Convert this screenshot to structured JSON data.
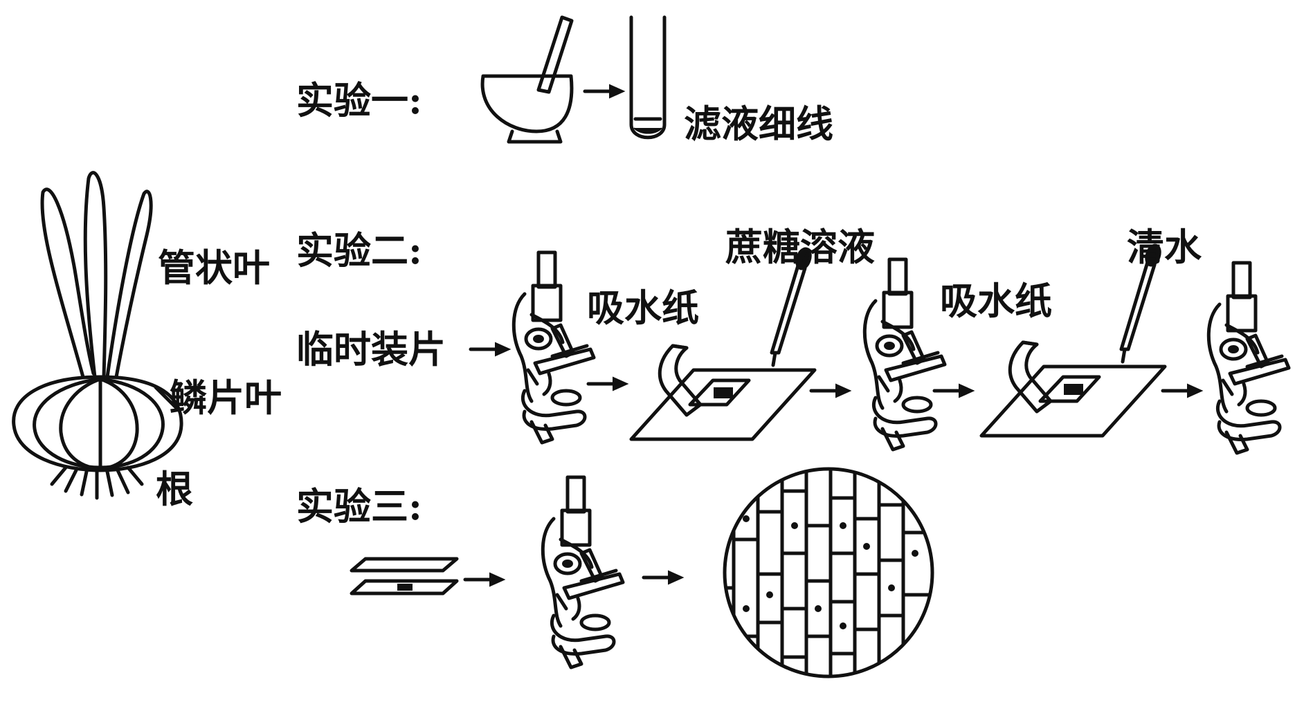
{
  "onion": {
    "tubular_leaf_label": "管状叶",
    "scale_leaf_label": "鳞片叶",
    "root_label": "根"
  },
  "experiment1": {
    "title": "实验一:",
    "filtrate_label": "滤液细线"
  },
  "experiment2": {
    "title": "实验二:",
    "mount_label": "临时装片",
    "blotting_paper_label_1": "吸水纸",
    "sucrose_label": "蔗糖溶液",
    "blotting_paper_label_2": "吸水纸",
    "water_label": "清水"
  },
  "experiment3": {
    "title": "实验三:"
  }
}
